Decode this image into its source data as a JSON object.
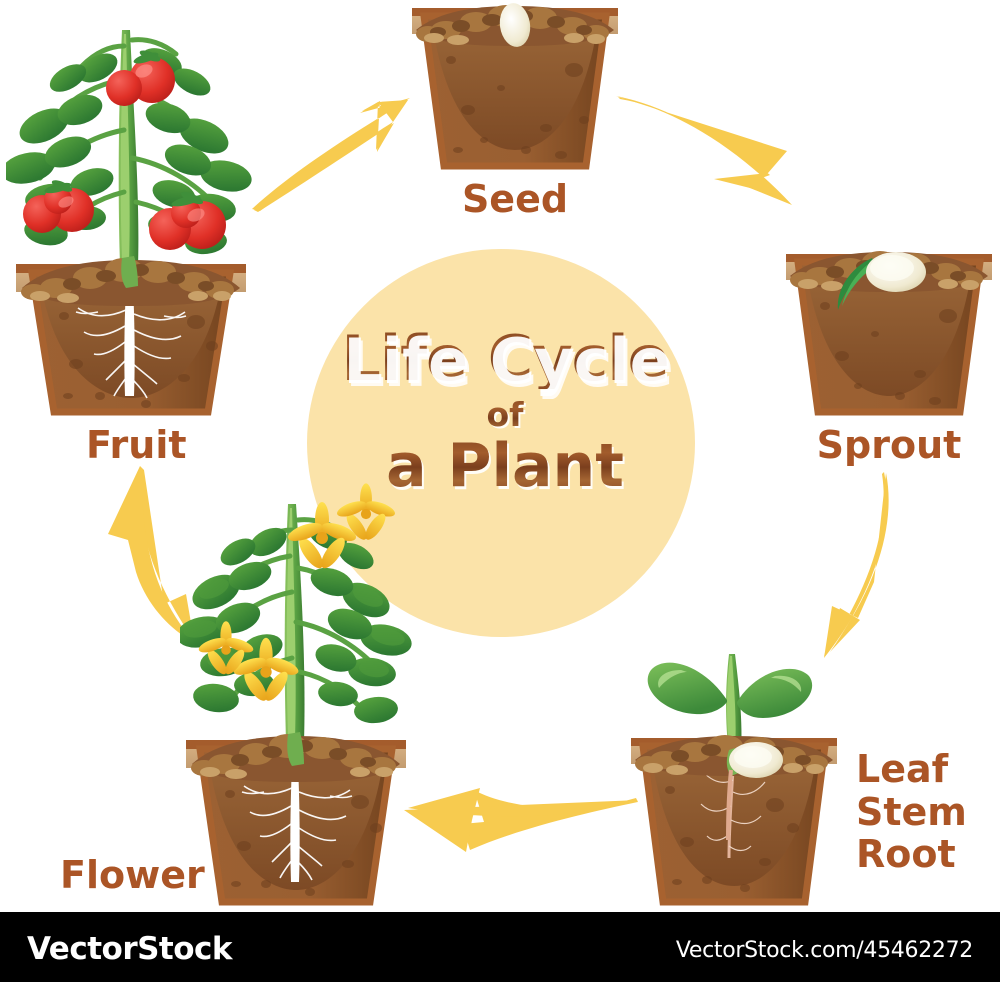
{
  "diagram": {
    "title_line1": "Life Cycle",
    "title_of": "of",
    "title_line2": "a Plant",
    "center_circle_color": "#fbe3a9",
    "arrow_color": "#f7cb4f",
    "label_color": "#ab5526",
    "title_color": "#8b4a23"
  },
  "stages": [
    {
      "id": "seed",
      "label": "Seed",
      "description": "pot of soil with a single white seed on top",
      "icon": "pot-seed-icon"
    },
    {
      "id": "sprout",
      "label": "Sprout",
      "description": "pot of soil with seed and small green shoot emerging",
      "icon": "pot-sprout-icon"
    },
    {
      "id": "leaf-stem-root",
      "label": "Leaf\nStem\nRoot",
      "description": "seedling with two cotyledon leaves, green stem and pink roots in soil",
      "icon": "pot-seedling-icon"
    },
    {
      "id": "flower",
      "label": "Flower",
      "description": "mature plant with yellow flowers and white root system",
      "icon": "pot-flowering-plant-icon"
    },
    {
      "id": "fruit",
      "label": "Fruit",
      "description": "mature plant bearing red tomatoes with white root system",
      "icon": "pot-fruiting-plant-icon"
    }
  ],
  "arrows": [
    {
      "id": "arrow-fruit-to-seed",
      "from": "fruit",
      "to": "seed",
      "direction": "up-right"
    },
    {
      "id": "arrow-seed-to-sprout",
      "from": "seed",
      "to": "sprout",
      "direction": "down-right"
    },
    {
      "id": "arrow-sprout-to-leaf",
      "from": "sprout",
      "to": "leaf-stem-root",
      "direction": "down"
    },
    {
      "id": "arrow-leaf-to-flower",
      "from": "leaf-stem-root",
      "to": "flower",
      "direction": "left"
    },
    {
      "id": "arrow-flower-to-fruit",
      "from": "flower",
      "to": "fruit",
      "direction": "up"
    }
  ],
  "watermark": {
    "logo": "VectorStock",
    "url": "VectorStock.com/45462272"
  }
}
